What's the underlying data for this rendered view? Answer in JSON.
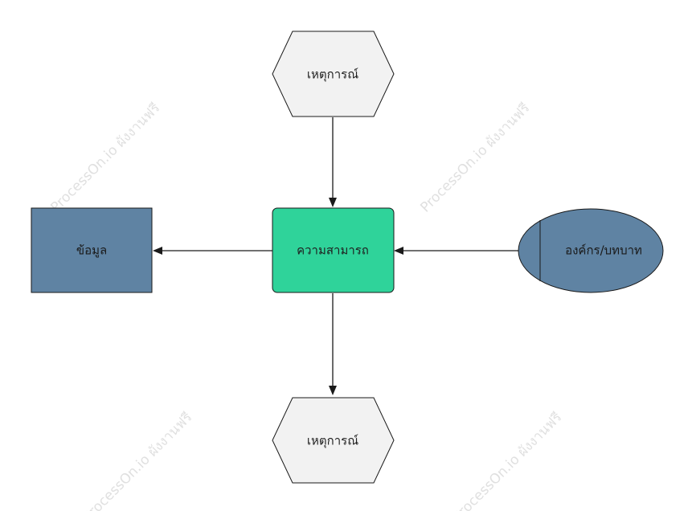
{
  "diagram": {
    "nodes": {
      "event_top": {
        "label": "เหตุการณ์",
        "shape": "hexagon",
        "fill": "#f2f2f2"
      },
      "capability": {
        "label": "ความสามารถ",
        "shape": "rounded-rect",
        "fill": "#2fd39a"
      },
      "data": {
        "label": "ข้อมูล",
        "shape": "rect",
        "fill": "#5f83a3"
      },
      "org_role": {
        "label": "องค์กร/บทบาท",
        "shape": "ellipse-with-divider",
        "fill": "#5f83a3"
      },
      "event_bottom": {
        "label": "เหตุการณ์",
        "shape": "hexagon",
        "fill": "#f2f2f2"
      }
    },
    "edges": [
      {
        "from": "event_top",
        "to": "capability"
      },
      {
        "from": "capability",
        "to": "data"
      },
      {
        "from": "org_role",
        "to": "capability"
      },
      {
        "from": "capability",
        "to": "event_bottom"
      }
    ]
  },
  "watermark": {
    "text": "ProcessOn.io ผังงานฟรี"
  },
  "colors": {
    "stroke": "#1a1a1a",
    "edge": "#1a1a1a",
    "watermark": "#d6d6d6"
  }
}
